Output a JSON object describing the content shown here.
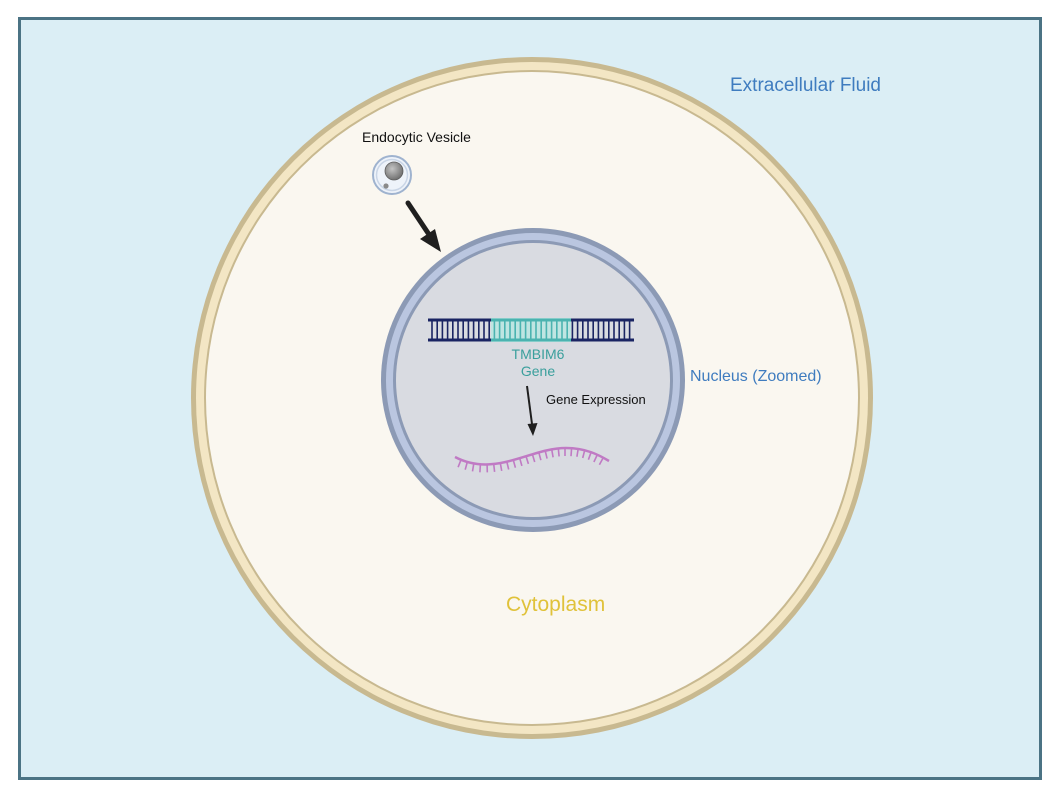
{
  "labels": {
    "extracellular_fluid": "Extracellular Fluid",
    "endocytic_vesicle": "Endocytic Vesicle",
    "nucleus": "Nucleus (Zoomed)",
    "gene_name": "TMBIM6",
    "gene_word": "Gene",
    "gene_expression": "Gene Expression",
    "cytoplasm": "Cytoplasm"
  },
  "colors": {
    "frame_border": "#4b7384",
    "extracellular_fill": "#dbeef5",
    "membrane_outer": "#c8b990",
    "membrane_inner": "#f3e6c4",
    "cytoplasm_fill": "#faf7f0",
    "nucleus_envelope": "#8c9ab5",
    "nucleus_envelope_light": "#bac6e0",
    "nucleoplasm": "#d9dbe1",
    "dna_strand": "#1a2463",
    "gene_highlight": "#4bb3b0",
    "gene_text": "#3a9f9c",
    "mrna": "#c07ac4",
    "arrow": "#1f1f1f",
    "blue_label": "#3f7cbf",
    "cytoplasm_label": "#e0c23a",
    "vesicle_ring": "#9fb3cf",
    "vesicle_cargo": "#8a8a8a"
  },
  "icons": {
    "dna": "dna-double-helix-icon",
    "mrna": "mrna-strand-icon",
    "vesicle": "vesicle-icon"
  }
}
